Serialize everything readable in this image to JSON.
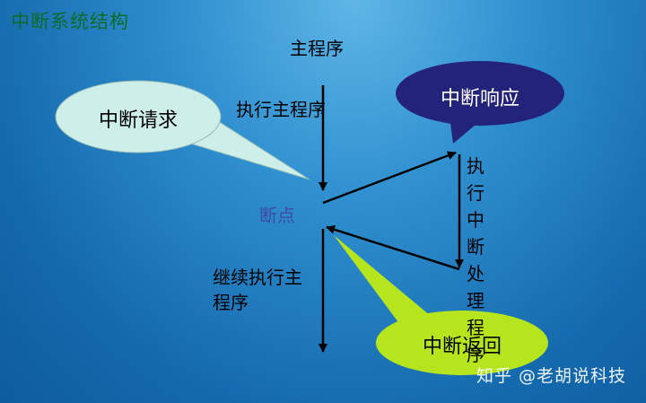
{
  "title": "中断系统结构",
  "labels": {
    "main_program": "主程序",
    "exec_main": "执行主程序",
    "breakpoint": "断点",
    "continue_main": "继续执行主程序",
    "isr": "执行中断处理程序"
  },
  "callouts": {
    "request": "中断请求",
    "response": "中断响应",
    "return": "中断返回"
  },
  "watermark": "知乎 @老胡说科技",
  "colors": {
    "request_fill": "#cdeee9",
    "response_fill": "#24237a",
    "return_fill": "#b6e51e",
    "title_color": "#0d6b2a",
    "breakpoint_color": "#3f4aa6"
  }
}
